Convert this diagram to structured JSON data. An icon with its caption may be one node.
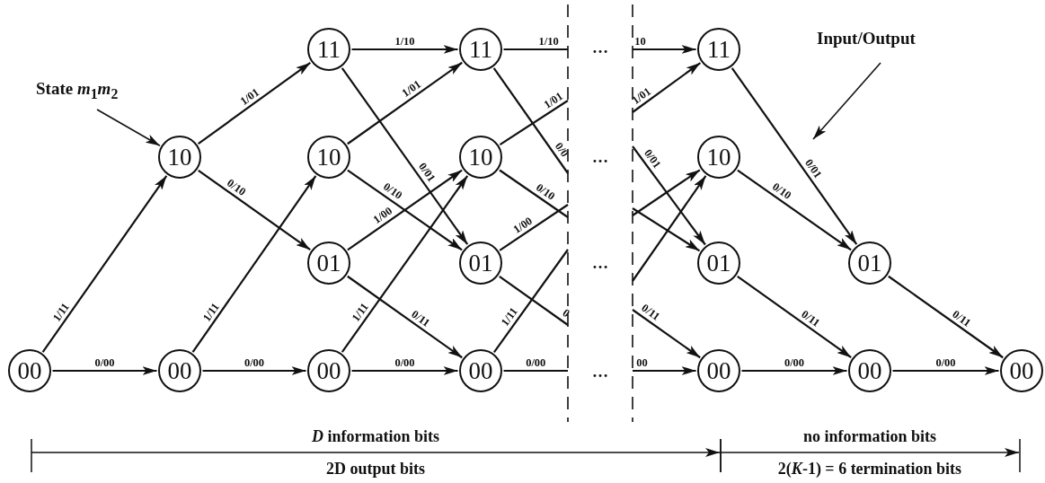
{
  "diagram": {
    "nodes": [
      {
        "text": [
          "State *m*$_{1}$*m*$_{2}$"
        ]
      },
      {
        "text": [
          "00"
        ]
      },
      {
        "text": [
          "10"
        ]
      },
      {
        "text": [
          "00"
        ]
      },
      {
        "text": [
          "11"
        ]
      },
      {
        "text": [
          "10"
        ]
      },
      {
        "text": [
          "01"
        ]
      },
      {
        "text": [
          "00"
        ]
      },
      {
        "text": [
          "11"
        ]
      },
      {
        "text": [
          "10"
        ]
      },
      {
        "text": [
          "01"
        ]
      },
      {
        "text": [
          "00"
        ]
      },
      {
        "text": [
          "11"
        ]
      },
      {
        "text": [
          "10"
        ]
      },
      {
        "text": [
          "01"
        ]
      },
      {
        "text": [
          "00"
        ]
      },
      {
        "text": [
          "01"
        ]
      },
      {
        "text": [
          "00"
        ]
      },
      {
        "text": [
          "00"
        ]
      },
      {
        "text": [
          "Input/Output"
        ]
      }
    ],
    "edges": [
      {
        "from": 0,
        "to": 2,
        "arrow": "to"
      },
      {
        "from": 1,
        "to": 2,
        "arrow": "to",
        "label": "1/11"
      },
      {
        "from": 1,
        "to": 3,
        "arrow": "to",
        "label": "0/00"
      },
      {
        "from": 2,
        "to": 4,
        "arrow": "to",
        "label": "1/01"
      },
      {
        "from": 2,
        "to": 6,
        "arrow": "to",
        "label": "0/10"
      },
      {
        "from": 3,
        "to": 5,
        "arrow": "to",
        "label": "1/11"
      },
      {
        "from": 3,
        "to": 7,
        "arrow": "to",
        "label": "0/00"
      },
      {
        "from": 4,
        "to": 8,
        "arrow": "to",
        "label": "1/10"
      },
      {
        "from": 4,
        "to": 10,
        "arrow": "to",
        "label": "0/01"
      },
      {
        "from": 5,
        "to": 8,
        "arrow": "to",
        "label": "1/01"
      },
      {
        "from": 5,
        "to": 10,
        "arrow": "to",
        "label": "0/10"
      },
      {
        "from": 6,
        "to": 9,
        "arrow": "to",
        "label": "1/00"
      },
      {
        "from": 6,
        "to": 11,
        "arrow": "to",
        "label": "0/11"
      },
      {
        "from": 7,
        "to": 9,
        "arrow": "to",
        "label": "1/11"
      },
      {
        "from": 7,
        "to": 11,
        "arrow": "to",
        "label": "0/00"
      },
      {
        "from": 8,
        "to": null,
        "arrow": "none",
        "label": "1/10"
      },
      {
        "from": 8,
        "to": null,
        "arrow": "none",
        "label": "0/0"
      },
      {
        "from": 9,
        "to": null,
        "arrow": "none",
        "label": "1/01"
      },
      {
        "from": 9,
        "to": null,
        "arrow": "none",
        "label": "0/10"
      },
      {
        "from": 10,
        "to": null,
        "arrow": "none",
        "label": "1/00"
      },
      {
        "from": 10,
        "to": null,
        "arrow": "none",
        "label": "0"
      },
      {
        "from": 11,
        "to": null,
        "arrow": "none",
        "label": "1/11"
      },
      {
        "from": 11,
        "to": null,
        "arrow": "none",
        "label": "0/00"
      },
      {
        "from": null,
        "to": 12,
        "arrow": "to",
        "label": "10"
      },
      {
        "from": null,
        "to": 12,
        "arrow": "to",
        "label": "1/01"
      },
      {
        "from": null,
        "to": 14,
        "arrow": "to",
        "label": "0/01"
      },
      {
        "from": null,
        "to": 14,
        "arrow": "to"
      },
      {
        "from": null,
        "to": 13,
        "arrow": "to"
      },
      {
        "from": null,
        "to": 13,
        "arrow": "to"
      },
      {
        "from": null,
        "to": 15,
        "arrow": "to",
        "label": "0/11"
      },
      {
        "from": null,
        "to": 15,
        "arrow": "to",
        "label": "00"
      },
      {
        "from": 12,
        "to": 16,
        "arrow": "to",
        "label": "0/01"
      },
      {
        "from": 13,
        "to": 16,
        "arrow": "to",
        "label": "0/10"
      },
      {
        "from": 14,
        "to": 17,
        "arrow": "to",
        "label": "0/11"
      },
      {
        "from": 15,
        "to": 17,
        "arrow": "to",
        "label": "0/00"
      },
      {
        "from": 16,
        "to": 18,
        "arrow": "to",
        "label": "0/11"
      },
      {
        "from": 17,
        "to": 18,
        "arrow": "to",
        "label": "0/00"
      },
      {
        "from": 19,
        "to": null,
        "arrow": "to"
      }
    ],
    "labels": [
      "…",
      "…",
      "…",
      "…",
      "*D* information bits",
      "2D output bits",
      "no information bits",
      "2(*K*-1) = 6 termination bits"
    ]
  }
}
